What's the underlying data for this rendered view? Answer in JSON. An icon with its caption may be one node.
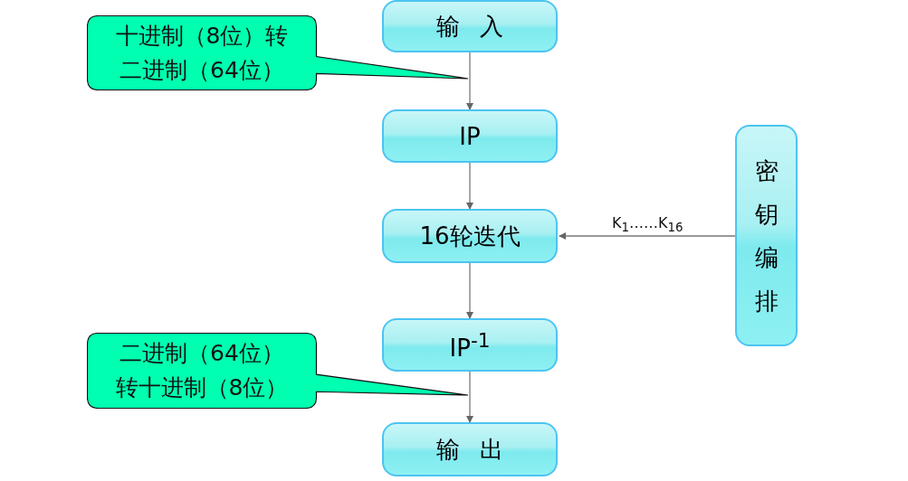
{
  "diagram": {
    "nodes": [
      {
        "text": [
          "输 入"
        ]
      },
      {
        "text": [
          "IP"
        ]
      },
      {
        "text": [
          "16轮迭代"
        ]
      },
      {
        "text": [
          "IP$^{-1}$"
        ]
      },
      {
        "text": [
          "输 出"
        ]
      },
      {
        "text": [
          "密钥编排"
        ]
      },
      {
        "text": [
          "十进制（8位）转二进制（64位）"
        ]
      },
      {
        "text": [
          "二进制（64位）转十进制（8位）"
        ]
      }
    ],
    "edges": [
      {
        "from": 0,
        "to": 1,
        "arrow": "to"
      },
      {
        "from": 1,
        "to": 2,
        "arrow": "to"
      },
      {
        "from": 2,
        "to": 3,
        "arrow": "to"
      },
      {
        "from": 3,
        "to": 4,
        "arrow": "to"
      },
      {
        "from": 5,
        "to": 2,
        "arrow": "to",
        "label": "K$_{1}$……K$_{16}$"
      }
    ]
  }
}
